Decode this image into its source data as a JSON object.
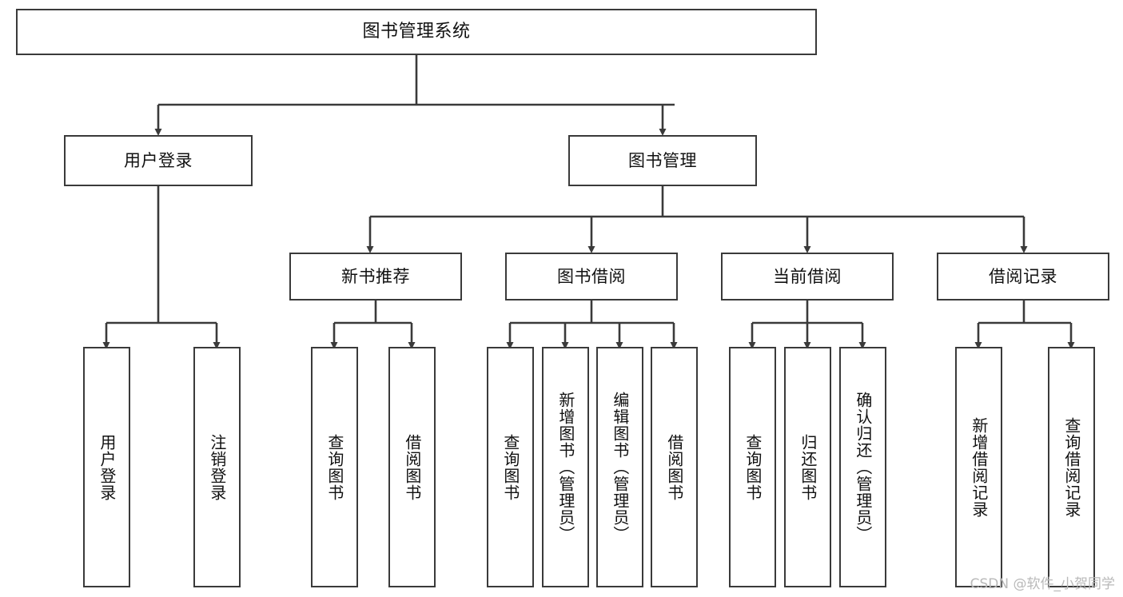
{
  "diagram": {
    "title": "图书管理系统",
    "watermark": "CSDN @软件_小贺同学",
    "stroke_color": "#3a3a3a",
    "text_color": "#111111",
    "background_color": "#ffffff",
    "nodes": {
      "root": {
        "label": "图书管理系统"
      },
      "level2": {
        "user_login": {
          "label": "用户登录"
        },
        "book_manage": {
          "label": "图书管理"
        }
      },
      "level3": {
        "new_book_rec": {
          "label": "新书推荐"
        },
        "book_borrow": {
          "label": "图书借阅"
        },
        "current_borrow": {
          "label": "当前借阅"
        },
        "borrow_record": {
          "label": "借阅记录"
        }
      },
      "leaves": {
        "user_login_1": {
          "label": "用户登录"
        },
        "user_login_2": {
          "label": "注销登录"
        },
        "new_book_1": {
          "label": "查询图书"
        },
        "new_book_2": {
          "label": "借阅图书"
        },
        "book_borrow_1": {
          "label": "查询图书"
        },
        "book_borrow_2": {
          "label": "新增图书（管理员）"
        },
        "book_borrow_3": {
          "label": "编辑图书（管理员）"
        },
        "book_borrow_4": {
          "label": "借阅图书"
        },
        "current_borrow_1": {
          "label": "查询图书"
        },
        "current_borrow_2": {
          "label": "归还图书"
        },
        "current_borrow_3": {
          "label": "确认归还（管理员）"
        },
        "borrow_record_1": {
          "label": "新增借阅记录"
        },
        "borrow_record_2": {
          "label": "查询借阅记录"
        }
      }
    }
  }
}
